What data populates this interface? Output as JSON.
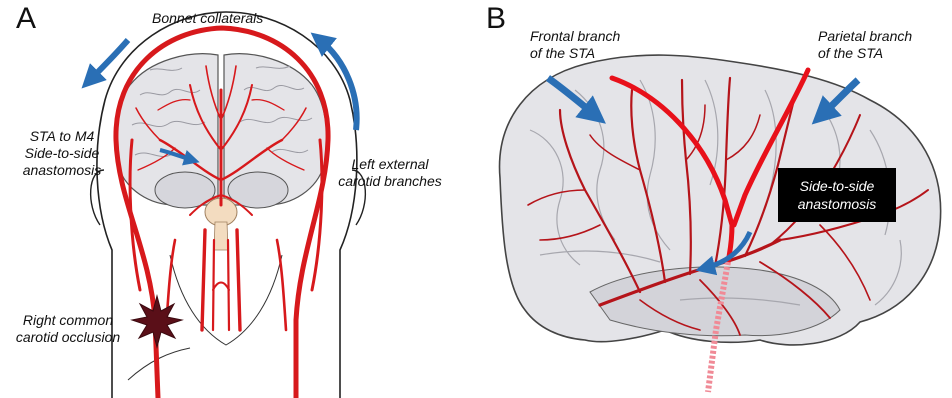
{
  "panels": {
    "a": {
      "letter": "A",
      "labels": {
        "bonnet": "Bonnet collaterals",
        "sta_m4": [
          "STA to M4",
          "Side-to-side",
          "anastomosis"
        ],
        "left_external": [
          "Left external",
          "carotid branches"
        ],
        "occlusion": [
          "Right common",
          "carotid occlusion"
        ]
      }
    },
    "b": {
      "letter": "B",
      "labels": {
        "frontal": [
          "Frontal branch",
          "of the STA"
        ],
        "parietal": [
          "Parietal branch",
          "of the STA"
        ],
        "anastomosis_box": [
          "Side-to-side",
          "anastomosis"
        ]
      }
    }
  },
  "colors": {
    "artery": "#d7191c",
    "artery_dark": "#8e1116",
    "brain": "#e4e4e8",
    "brain_shade": "#c9c9cf",
    "arrow": "#2a6fb5",
    "occlusion": "#5a0f18",
    "skin": "#ffffff",
    "graft_dashed": "#f08a96"
  }
}
